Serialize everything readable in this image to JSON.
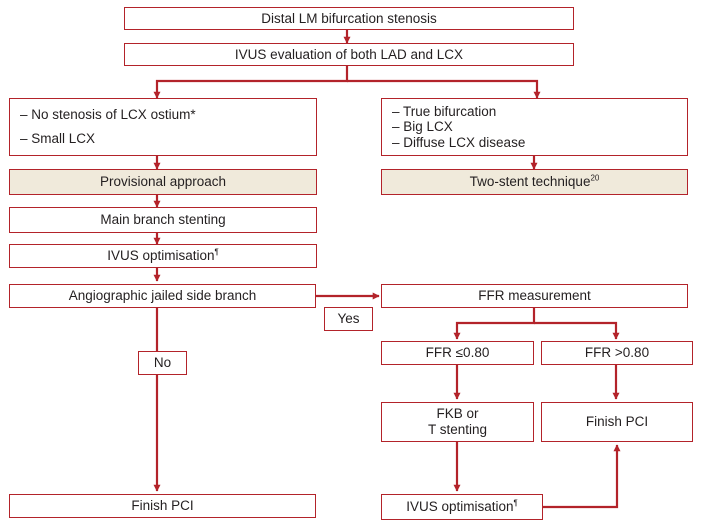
{
  "nodes": {
    "root": {
      "text": "Distal LM bifurcation stenosis"
    },
    "ivus_eval": {
      "text": "IVUS evaluation of both LAD and LCX"
    },
    "left_criteria": {
      "lines": [
        "– No stenosis of LCX ostium*",
        "– Small LCX"
      ]
    },
    "right_criteria": {
      "lines": [
        "– True bifurcation",
        "– Big LCX",
        "– Diffuse LCX disease"
      ]
    },
    "provisional": {
      "text": "Provisional approach"
    },
    "two_stent": {
      "text": "Two-stent technique",
      "sup": "20"
    },
    "main_branch": {
      "text": "Main branch stenting"
    },
    "ivus_opt_left": {
      "text": "IVUS optimisation",
      "sup": "¶"
    },
    "jailed": {
      "text": "Angiographic jailed side branch"
    },
    "ffr": {
      "text": "FFR measurement"
    },
    "yes": {
      "text": "Yes"
    },
    "no": {
      "text": "No"
    },
    "ffr_low": {
      "text": "FFR ≤0.80"
    },
    "ffr_high": {
      "text": "FFR >0.80"
    },
    "fkb": {
      "line1": "FKB or",
      "line2": "T stenting"
    },
    "finish_right": {
      "text": "Finish PCI"
    },
    "finish_left": {
      "text": "Finish PCI"
    },
    "ivus_opt_right": {
      "text": "IVUS optimisation",
      "sup": "¶"
    }
  },
  "colors": {
    "border": "#b3232a",
    "arrow": "#b3232a",
    "shaded_fill": "#f0eadb",
    "text": "#231f20"
  }
}
